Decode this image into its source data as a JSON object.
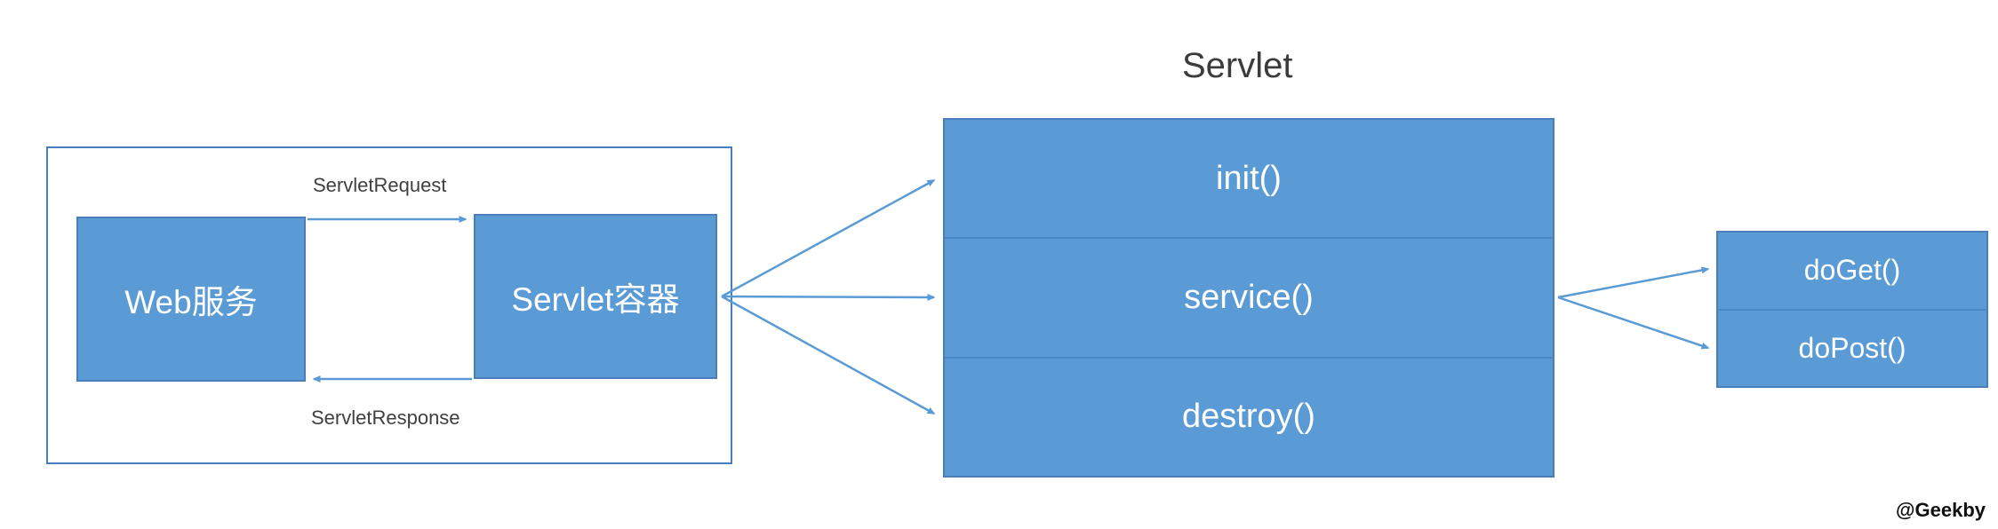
{
  "diagram": {
    "title": "Servlet",
    "watermark": "@Geekby",
    "left_group": {
      "web_box_label": "Web服务",
      "container_box_label": "Servlet容器",
      "request_label": "ServletRequest",
      "response_label": "ServletResponse"
    },
    "lifecycle": {
      "methods": [
        "init()",
        "service()",
        "destroy()"
      ]
    },
    "handlers": [
      "doGet()",
      "doPost()"
    ],
    "colors": {
      "box_fill": "#5b9bd5",
      "box_border": "#4a7ebb",
      "arrow": "#5b9bd5",
      "label_text": "#3f3f3f",
      "box_text": "#ffffff",
      "background": "#ffffff"
    }
  }
}
